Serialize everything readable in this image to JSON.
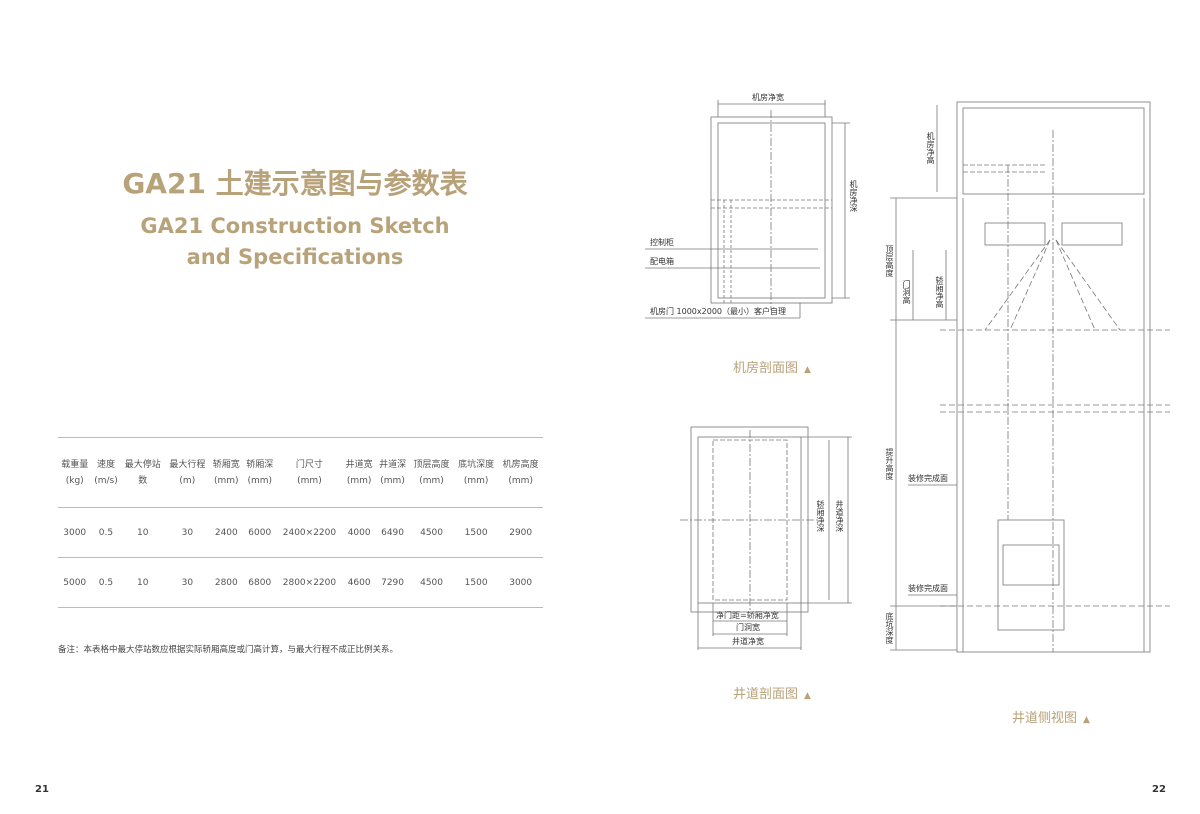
{
  "title_cn": "GA21 土建示意图与参数表",
  "title_en": "GA21 Construction Sketch and Specifications",
  "table": {
    "headers": [
      [
        "载重量",
        "(kg)"
      ],
      [
        "速度",
        "(m/s)"
      ],
      [
        "最大停站",
        "数"
      ],
      [
        "最大行程",
        "(m)"
      ],
      [
        "轿厢宽",
        "(mm)"
      ],
      [
        "轿厢深",
        "(mm)"
      ],
      [
        "门尺寸",
        "(mm)"
      ],
      [
        "井道宽",
        "(mm)"
      ],
      [
        "井道深",
        "(mm)"
      ],
      [
        "顶层高度",
        "(mm)"
      ],
      [
        "底坑深度",
        "(mm)"
      ],
      [
        "机房高度",
        "(mm)"
      ]
    ],
    "rows": [
      [
        "3000",
        "0.5",
        "10",
        "30",
        "2400",
        "6000",
        "2400×2200",
        "4000",
        "6490",
        "4500",
        "1500",
        "2900"
      ],
      [
        "5000",
        "0.5",
        "10",
        "30",
        "2800",
        "6800",
        "2800×2200",
        "4600",
        "7290",
        "4500",
        "1500",
        "3000"
      ]
    ]
  },
  "note": "备注：本表格中最大停站数应根据实际轿厢高度或门高计算，与最大行程不成正比例关系。",
  "machine_room": {
    "caption": "机房剖面图",
    "width_label": "机房净宽",
    "depth_label": "机房净深",
    "control_cabinet": "控制柜",
    "power_box": "配电箱",
    "door_label": "机房门 1000x2000（最小）客户自理"
  },
  "hoistway_plan": {
    "caption": "井道剖面图",
    "car_depth": "轿厢净深",
    "shaft_depth": "井道净深",
    "door_clear": "净门距=轿厢净宽",
    "door_opening": "门洞宽",
    "shaft_width": "井道净宽"
  },
  "side_view": {
    "caption": "井道侧视图",
    "room_height": "机房净高",
    "top_height": "顶层高度",
    "door_height": "门洞高",
    "car_height": "轿厢净高",
    "travel": "提升高度",
    "finish_floor_1": "装修完成面",
    "finish_floor_2": "装修完成面",
    "pit_depth": "底坑深度"
  },
  "triangle": "▲",
  "page_left": "21",
  "page_right": "22",
  "colors": {
    "accent": "#b8a27a"
  }
}
